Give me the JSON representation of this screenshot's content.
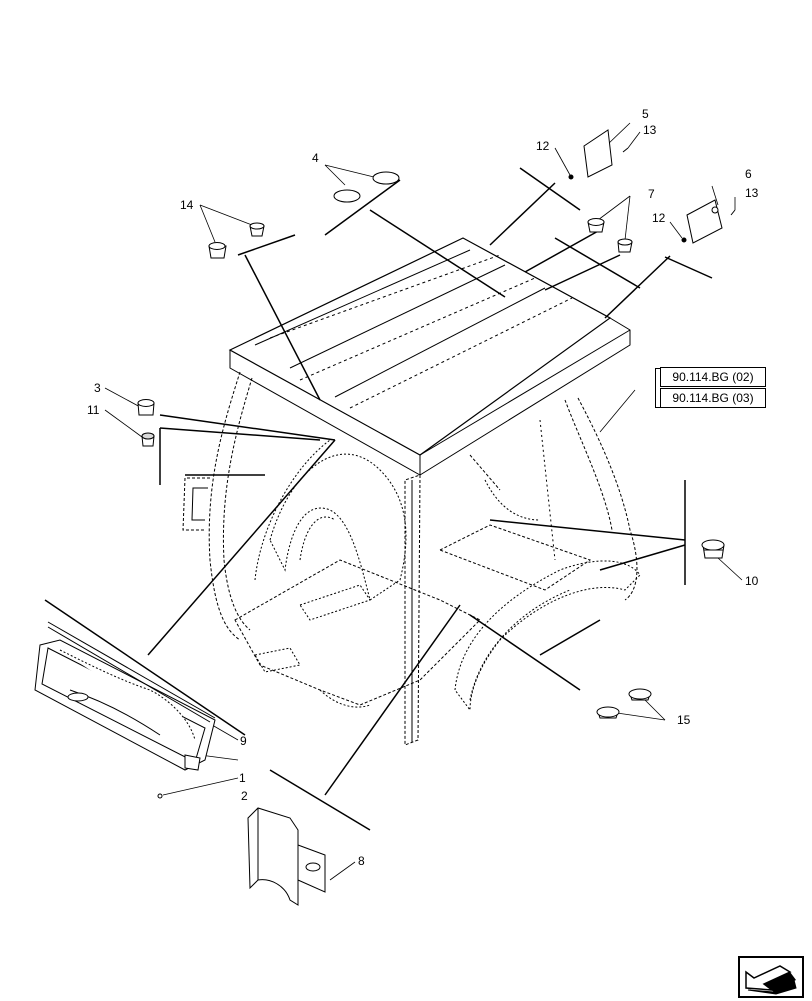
{
  "callouts": {
    "c1": "1",
    "c2": "2",
    "c3": "3",
    "c4": "4",
    "c5": "5",
    "c6": "6",
    "c7": "7",
    "c8": "8",
    "c9": "9",
    "c10": "10",
    "c11": "11",
    "c12a": "12",
    "c12b": "12",
    "c13a": "13",
    "c13b": "13",
    "c14": "14",
    "c15": "15"
  },
  "references": {
    "ref1": "90.114.BG (02)",
    "ref2": "90.114.BG (03)"
  },
  "icons": {
    "nav": "previous-page-arrow-icon"
  },
  "colors": {
    "line": "#000000",
    "fill": "#ffffff",
    "shade": "#d9d9d9"
  }
}
